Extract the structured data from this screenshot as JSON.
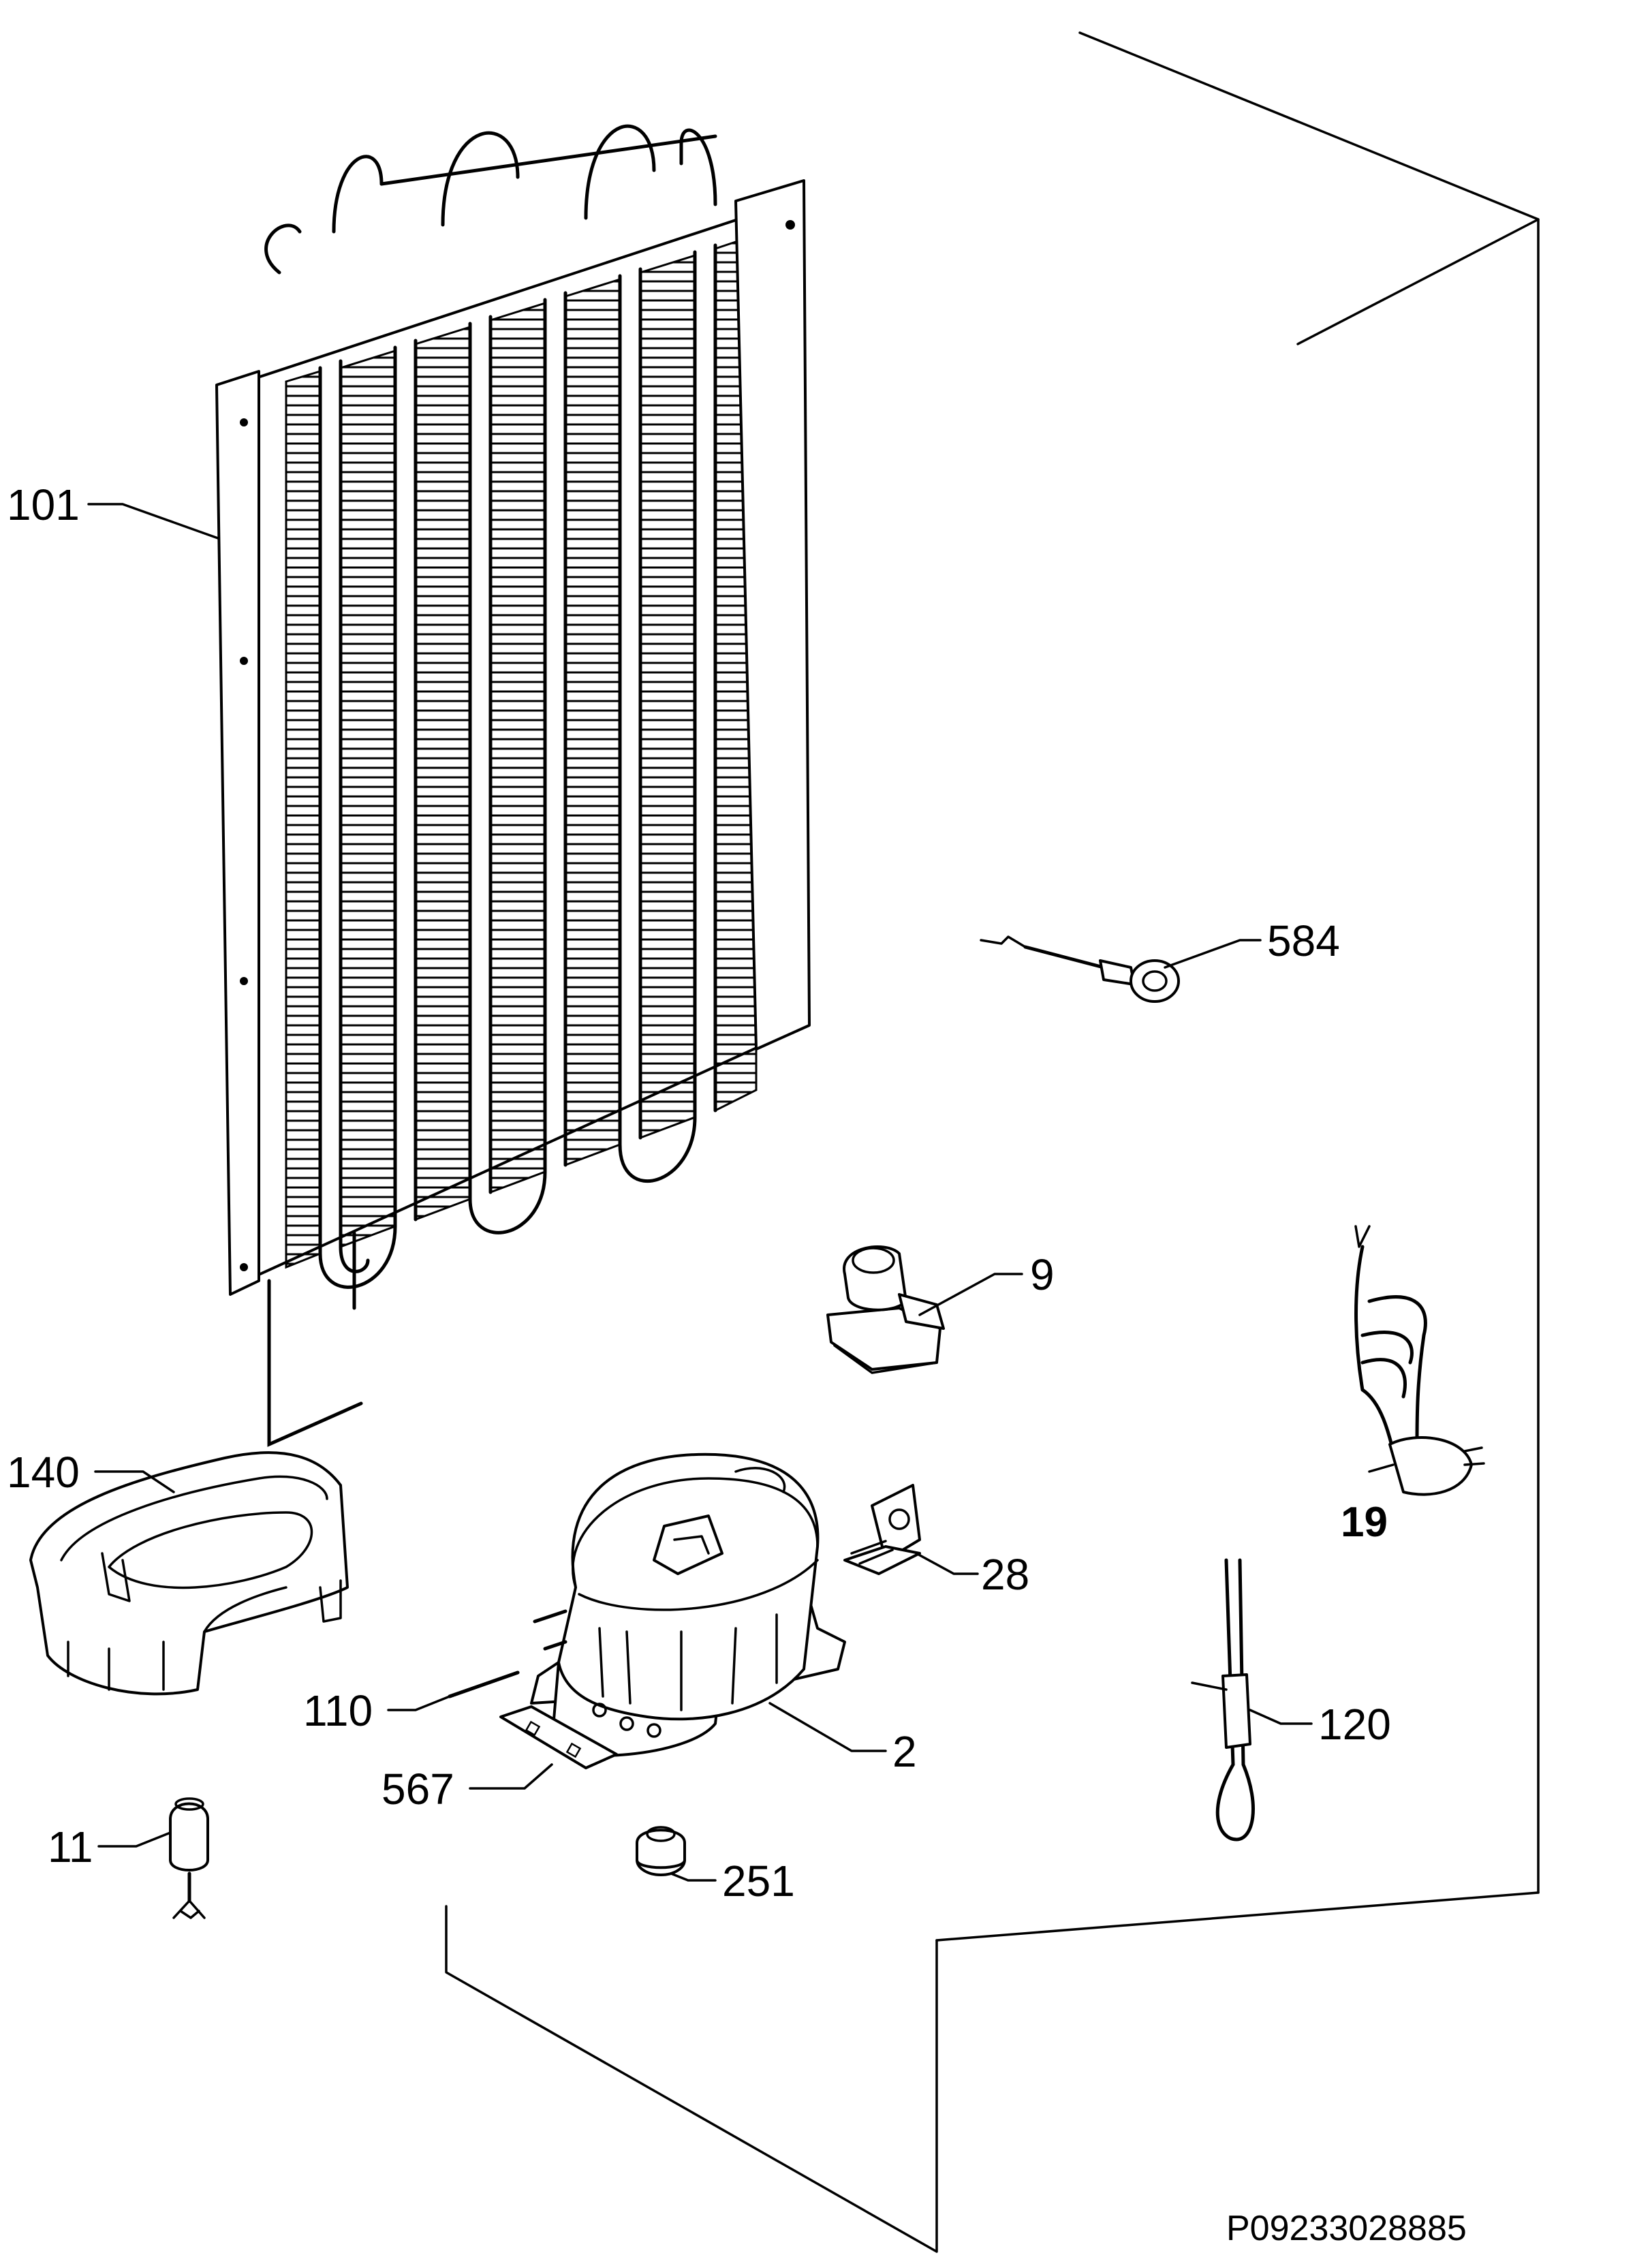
{
  "labels": {
    "condenser": "101",
    "drip_tray": "140",
    "overload_protector": "584",
    "relay_clip": "9",
    "power_cord": "19",
    "bracket": "28",
    "process_tube": "110",
    "compressor": "2",
    "heater_wire": "120",
    "mounting_plate": "567",
    "drier_filter": "11",
    "grommet": "251"
  },
  "drawing_code": "P09233028885"
}
